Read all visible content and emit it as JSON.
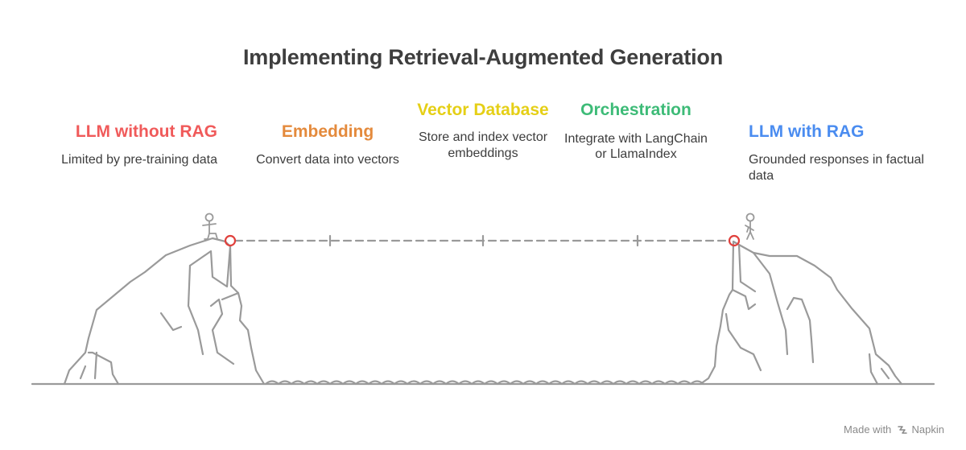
{
  "title": "Implementing Retrieval-Augmented Generation",
  "steps": [
    {
      "heading": "LLM without RAG",
      "description": "Limited by pre-training data",
      "color": "#f05a5a"
    },
    {
      "heading": "Embedding",
      "description": "Convert data into vectors",
      "color": "#e48a3c"
    },
    {
      "heading": "Vector Database",
      "description": "Store and index vector embeddings",
      "color": "#e5cf16"
    },
    {
      "heading": "Orchestration",
      "description": "Integrate with LangChain or LlamaIndex",
      "color": "#3dbb77"
    },
    {
      "heading": "LLM with RAG",
      "description": "Grounded responses in factual data",
      "color": "#4a8cf0"
    }
  ],
  "credit": {
    "prefix": "Made with",
    "brand": "Napkin"
  },
  "colors": {
    "line": "#9a9a9a",
    "endpoint": "#e0403c",
    "title": "#3e3e3e"
  }
}
